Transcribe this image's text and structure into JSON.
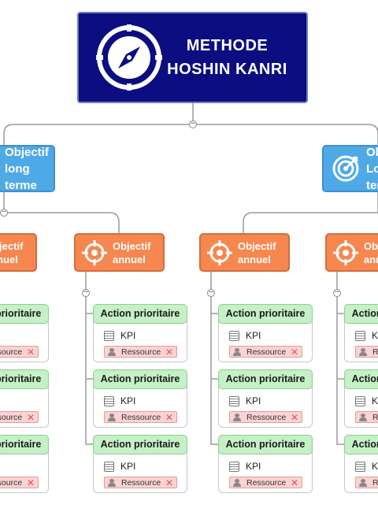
{
  "root": {
    "title_line1": "METHODE",
    "title_line2": "HOSHIN KANRI",
    "icon": "compass-icon",
    "color": "#0b0d80"
  },
  "long_term_objectives": [
    {
      "line1": "Objectif",
      "line2": "long terme",
      "icon": "target-icon"
    },
    {
      "line1": "Objectif",
      "line2": "Long terme",
      "icon": "target-arrow-icon"
    }
  ],
  "annual_objectives": [
    {
      "line1": "Objectif",
      "line2": "annuel",
      "icon": "crosshair-icon"
    },
    {
      "line1": "Objectif",
      "line2": "annuel",
      "icon": "crosshair-icon"
    },
    {
      "line1": "Objectif",
      "line2": "annuel",
      "icon": "crosshair-icon"
    },
    {
      "line1": "Objectif",
      "line2": "annuel",
      "icon": "crosshair-icon"
    }
  ],
  "action": {
    "title": "Action prioritaire",
    "kpi_label": "KPI",
    "resource_label": "Ressource",
    "remove_symbol": "✕"
  },
  "toggle_symbol": "−",
  "colors": {
    "root": "#0b0d80",
    "long_term": "#4fa9e6",
    "annual": "#f6874f",
    "action_header": "#c6f0c6",
    "resource_tag": "#fbd3d3"
  }
}
